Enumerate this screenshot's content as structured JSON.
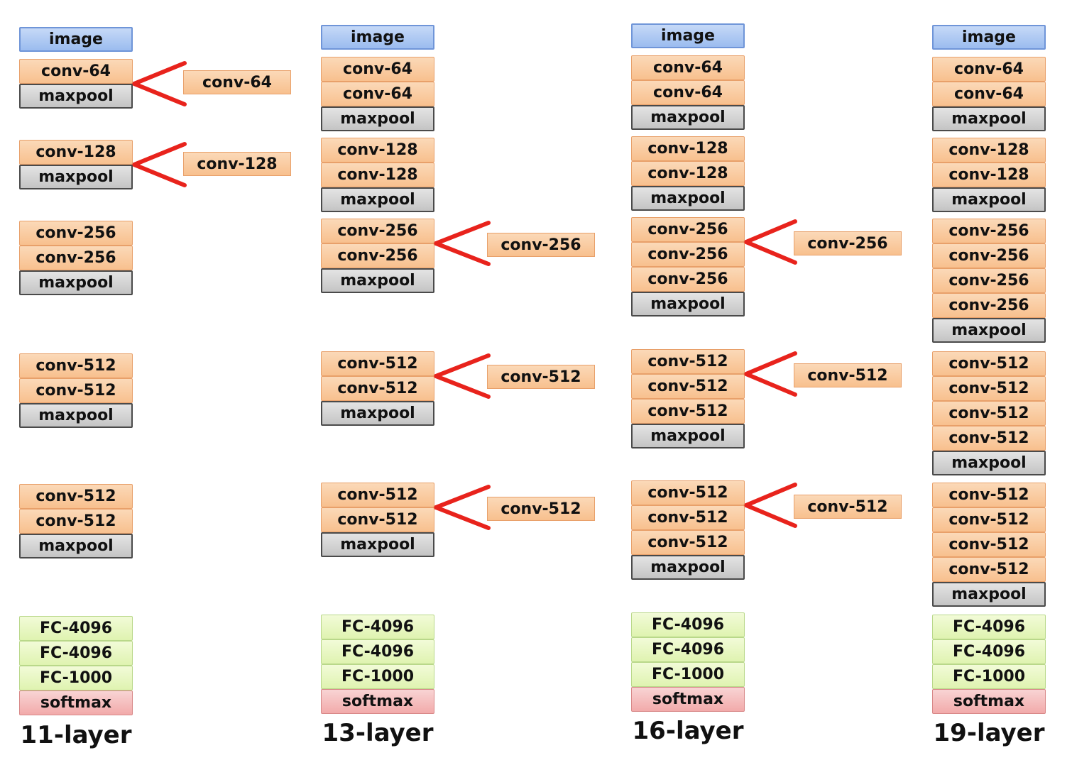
{
  "columns": [
    {
      "label": "11-layer",
      "blocks": [
        {
          "type": "image",
          "text": "image"
        },
        {
          "type": "conv",
          "text": "conv-64"
        },
        {
          "type": "maxpool",
          "text": "maxpool"
        },
        {
          "type": "conv",
          "text": "conv-128"
        },
        {
          "type": "maxpool",
          "text": "maxpool"
        },
        {
          "type": "conv",
          "text": "conv-256"
        },
        {
          "type": "conv",
          "text": "conv-256"
        },
        {
          "type": "maxpool",
          "text": "maxpool"
        },
        {
          "type": "conv",
          "text": "conv-512"
        },
        {
          "type": "conv",
          "text": "conv-512"
        },
        {
          "type": "maxpool",
          "text": "maxpool"
        },
        {
          "type": "conv",
          "text": "conv-512"
        },
        {
          "type": "conv",
          "text": "conv-512"
        },
        {
          "type": "maxpool",
          "text": "maxpool"
        },
        {
          "type": "fc",
          "text": "FC-4096"
        },
        {
          "type": "fc",
          "text": "FC-4096"
        },
        {
          "type": "fc",
          "text": "FC-1000"
        },
        {
          "type": "softmax",
          "text": "softmax"
        }
      ],
      "additions": [
        {
          "text": "conv-64"
        },
        {
          "text": "conv-128"
        }
      ]
    },
    {
      "label": "13-layer",
      "blocks": [
        {
          "type": "image",
          "text": "image"
        },
        {
          "type": "conv",
          "text": "conv-64"
        },
        {
          "type": "conv",
          "text": "conv-64"
        },
        {
          "type": "maxpool",
          "text": "maxpool"
        },
        {
          "type": "conv",
          "text": "conv-128"
        },
        {
          "type": "conv",
          "text": "conv-128"
        },
        {
          "type": "maxpool",
          "text": "maxpool"
        },
        {
          "type": "conv",
          "text": "conv-256"
        },
        {
          "type": "conv",
          "text": "conv-256"
        },
        {
          "type": "maxpool",
          "text": "maxpool"
        },
        {
          "type": "conv",
          "text": "conv-512"
        },
        {
          "type": "conv",
          "text": "conv-512"
        },
        {
          "type": "maxpool",
          "text": "maxpool"
        },
        {
          "type": "conv",
          "text": "conv-512"
        },
        {
          "type": "conv",
          "text": "conv-512"
        },
        {
          "type": "maxpool",
          "text": "maxpool"
        },
        {
          "type": "fc",
          "text": "FC-4096"
        },
        {
          "type": "fc",
          "text": "FC-4096"
        },
        {
          "type": "fc",
          "text": "FC-1000"
        },
        {
          "type": "softmax",
          "text": "softmax"
        }
      ],
      "additions": [
        {
          "text": "conv-256"
        },
        {
          "text": "conv-512"
        },
        {
          "text": "conv-512"
        }
      ]
    },
    {
      "label": "16-layer",
      "blocks": [
        {
          "type": "image",
          "text": "image"
        },
        {
          "type": "conv",
          "text": "conv-64"
        },
        {
          "type": "conv",
          "text": "conv-64"
        },
        {
          "type": "maxpool",
          "text": "maxpool"
        },
        {
          "type": "conv",
          "text": "conv-128"
        },
        {
          "type": "conv",
          "text": "conv-128"
        },
        {
          "type": "maxpool",
          "text": "maxpool"
        },
        {
          "type": "conv",
          "text": "conv-256"
        },
        {
          "type": "conv",
          "text": "conv-256"
        },
        {
          "type": "conv",
          "text": "conv-256"
        },
        {
          "type": "maxpool",
          "text": "maxpool"
        },
        {
          "type": "conv",
          "text": "conv-512"
        },
        {
          "type": "conv",
          "text": "conv-512"
        },
        {
          "type": "conv",
          "text": "conv-512"
        },
        {
          "type": "maxpool",
          "text": "maxpool"
        },
        {
          "type": "conv",
          "text": "conv-512"
        },
        {
          "type": "conv",
          "text": "conv-512"
        },
        {
          "type": "conv",
          "text": "conv-512"
        },
        {
          "type": "maxpool",
          "text": "maxpool"
        },
        {
          "type": "fc",
          "text": "FC-4096"
        },
        {
          "type": "fc",
          "text": "FC-4096"
        },
        {
          "type": "fc",
          "text": "FC-1000"
        },
        {
          "type": "softmax",
          "text": "softmax"
        }
      ],
      "additions": [
        {
          "text": "conv-256"
        },
        {
          "text": "conv-512"
        },
        {
          "text": "conv-512"
        }
      ]
    },
    {
      "label": "19-layer",
      "blocks": [
        {
          "type": "image",
          "text": "image"
        },
        {
          "type": "conv",
          "text": "conv-64"
        },
        {
          "type": "conv",
          "text": "conv-64"
        },
        {
          "type": "maxpool",
          "text": "maxpool"
        },
        {
          "type": "conv",
          "text": "conv-128"
        },
        {
          "type": "conv",
          "text": "conv-128"
        },
        {
          "type": "maxpool",
          "text": "maxpool"
        },
        {
          "type": "conv",
          "text": "conv-256"
        },
        {
          "type": "conv",
          "text": "conv-256"
        },
        {
          "type": "conv",
          "text": "conv-256"
        },
        {
          "type": "conv",
          "text": "conv-256"
        },
        {
          "type": "maxpool",
          "text": "maxpool"
        },
        {
          "type": "conv",
          "text": "conv-512"
        },
        {
          "type": "conv",
          "text": "conv-512"
        },
        {
          "type": "conv",
          "text": "conv-512"
        },
        {
          "type": "conv",
          "text": "conv-512"
        },
        {
          "type": "maxpool",
          "text": "maxpool"
        },
        {
          "type": "conv",
          "text": "conv-512"
        },
        {
          "type": "conv",
          "text": "conv-512"
        },
        {
          "type": "conv",
          "text": "conv-512"
        },
        {
          "type": "conv",
          "text": "conv-512"
        },
        {
          "type": "maxpool",
          "text": "maxpool"
        },
        {
          "type": "fc",
          "text": "FC-4096"
        },
        {
          "type": "fc",
          "text": "FC-4096"
        },
        {
          "type": "fc",
          "text": "FC-1000"
        },
        {
          "type": "softmax",
          "text": "softmax"
        }
      ],
      "additions": []
    }
  ],
  "colors": {
    "chevron": "#e8231c",
    "conv": "#f8c08e",
    "maxpool": "#c4c4c4",
    "image": "#9bbcef",
    "fc": "#dff3b0",
    "softmax": "#f2aaaa"
  }
}
